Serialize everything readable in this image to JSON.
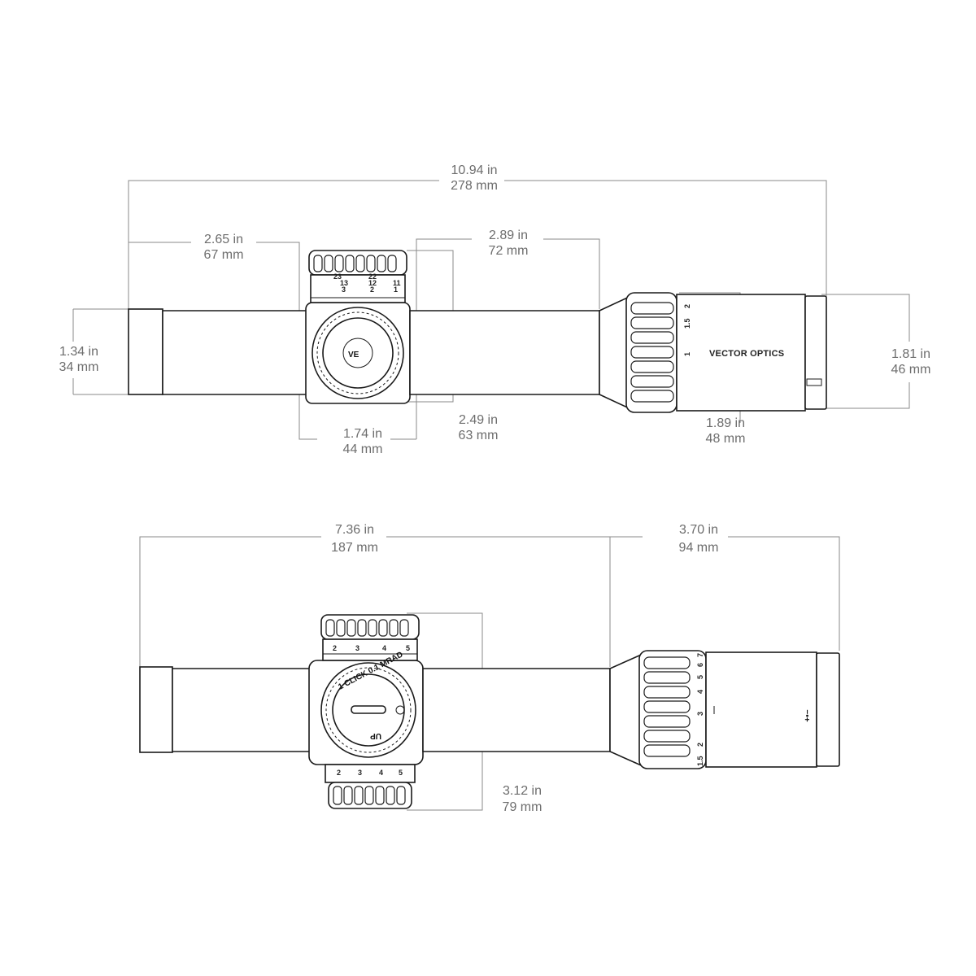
{
  "top_view": {
    "overall": {
      "in": "10.94 in",
      "mm": "278 mm"
    },
    "front_to_turret": {
      "in": "2.65 in",
      "mm": "67 mm"
    },
    "turret_to_eyepiece": {
      "in": "2.89 in",
      "mm": "72 mm"
    },
    "objective_diameter": {
      "in": "1.34 in",
      "mm": "34 mm"
    },
    "turret_width": {
      "in": "1.74 in",
      "mm": "44 mm"
    },
    "turret_span": {
      "in": "2.49 in",
      "mm": "63 mm"
    },
    "eyepiece_length": {
      "in": "1.89 in",
      "mm": "48 mm"
    },
    "eyepiece_diameter": {
      "in": "1.81 in",
      "mm": "46 mm"
    },
    "zoom_marks": [
      "2",
      "1.5",
      "1"
    ],
    "turret_scale_top": [
      "23",
      "22"
    ],
    "turret_scale_mid": [
      "13",
      "12",
      "11"
    ],
    "turret_scale_bot": [
      "3",
      "2",
      "1"
    ],
    "brand": "VECTOR OPTICS",
    "badge": "VE"
  },
  "side_view": {
    "front_to_eyepiece": {
      "in": "7.36 in",
      "mm": "187 mm"
    },
    "eyepiece_length": {
      "in": "3.70 in",
      "mm": "94 mm"
    },
    "turret_height": {
      "in": "3.12 in",
      "mm": "79 mm"
    },
    "cap_text": "1 CLICK 0.1 MRAD",
    "up_label": "UP",
    "zoom_marks": [
      "6",
      "5",
      "4",
      "3",
      "2",
      "1.5"
    ],
    "zoom_marks_top": [
      "7"
    ],
    "illumination_label": "+•−",
    "turret_scale": [
      "2",
      "3",
      "4",
      "5"
    ],
    "bottom_dial": [
      "2",
      "3",
      "4",
      "5"
    ]
  }
}
